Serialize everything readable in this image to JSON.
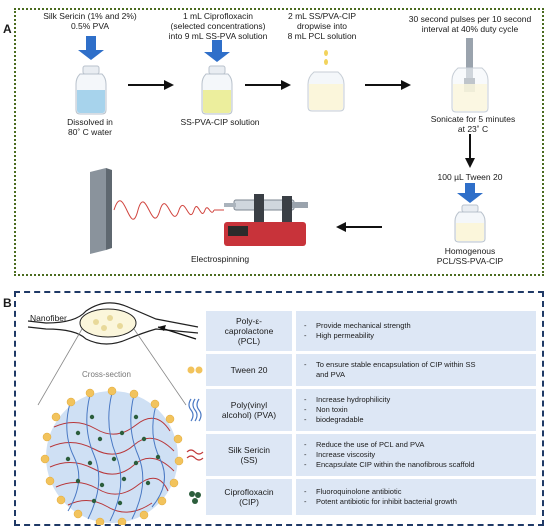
{
  "panel_a": {
    "label": "A",
    "step1_title": [
      "Silk Sericin (1% and 2%)",
      "0.5% PVA"
    ],
    "step1_caption": [
      "Dissolved in",
      "80˚ C water"
    ],
    "step2_title": [
      "1 mL Ciprofloxacin",
      "(selected concentrations)",
      "into 9 mL SS-PVA solution"
    ],
    "step2_caption": "SS-PVA-CIP solution",
    "step3_title": [
      "2 mL SS/PVA-CIP",
      "dropwise into",
      "8 mL PCL solution"
    ],
    "step4_title": [
      "30 second pulses per 10 second",
      "interval at 40% duty cycle"
    ],
    "step4_caption": [
      "Sonicate for 5 minutes",
      "at 23˚ C"
    ],
    "step5_title": "100 µL Tween 20",
    "step5_caption": [
      "Homogenous",
      "PCL/SS-PVA-CIP"
    ],
    "step6_caption": "Electrospinning"
  },
  "panel_b": {
    "label": "B",
    "nanofiber_label": "Nanofiber",
    "cross_section_label": "Cross-section",
    "components": [
      {
        "name": "Poly-ε-caprolactone (PCL)",
        "name_lines": [
          "Poly-ε-",
          "caprolactone",
          "(PCL)"
        ],
        "props": [
          "Provide mechanical strength",
          "High permeability"
        ]
      },
      {
        "name": "Tween 20",
        "name_lines": [
          "Tween 20"
        ],
        "props": [
          "To ensure stable encapsulation of CIP within SS",
          "and PVA"
        ]
      },
      {
        "name": "Poly(vinyl alcohol) (PVA)",
        "name_lines": [
          "Poly(vinyl",
          "alcohol) (PVA)"
        ],
        "props": [
          "Increase hydrophilicity",
          "Non toxin",
          "biodegradable"
        ]
      },
      {
        "name": "Silk Sericin (SS)",
        "name_lines": [
          "Silk Sericin",
          "(SS)"
        ],
        "props": [
          "Reduce the use of PCL and PVA",
          "Increase viscosity",
          "Encapsulate CIP within the nanofibrous scaffold"
        ]
      },
      {
        "name": "Ciprofloxacin (CIP)",
        "name_lines": [
          "Ciprofloxacin",
          "(CIP)"
        ],
        "props": [
          "Fluoroquinolone antibiotic",
          "Potent antibiotic for inhibit bacterial growth"
        ]
      }
    ]
  },
  "colors": {
    "panel_a_border": "#4a6b1f",
    "panel_b_border": "#1f3966",
    "cell_bg": "#dde7f5",
    "arrow_blue": "#2f6fc9",
    "pump_red": "#c8333a",
    "tween_yellow": "#f2c35c",
    "pva_blue": "#4a79c4",
    "ss_red": "#c23a3a",
    "cip_green": "#2c5e3c"
  }
}
